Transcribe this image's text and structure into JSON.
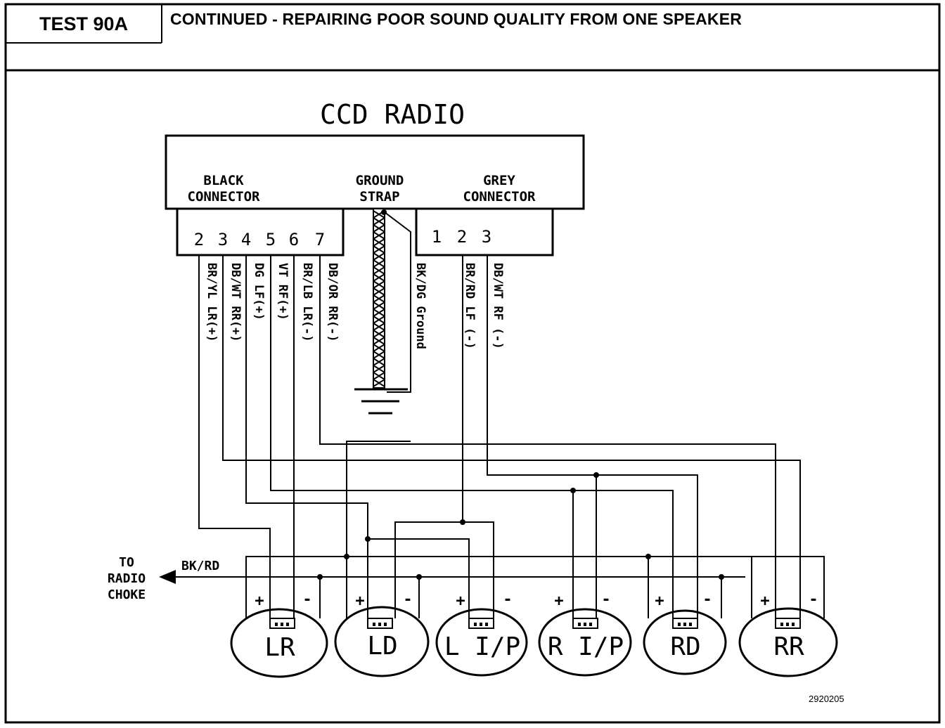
{
  "header": {
    "test_label": "TEST 90A",
    "title": "CONTINUED -  REPAIRING POOR SOUND QUALITY FROM ONE SPEAKER"
  },
  "diagram": {
    "radio_title": "CCD RADIO",
    "black_connector": [
      "BLACK",
      "CONNECTOR"
    ],
    "ground_strap": [
      "GROUND",
      "STRAP"
    ],
    "grey_connector": [
      "GREY",
      "CONNECTOR"
    ],
    "black_pins": [
      "2",
      "3",
      "4",
      "5",
      "6",
      "7"
    ],
    "grey_pins": [
      "1",
      "2",
      "3"
    ],
    "wire_labels": {
      "pin2": "BR/YL LR(+)",
      "pin3": "DB/WT RR(+)",
      "pin4": "DG LF(+)",
      "pin5": "VT RF(+)",
      "pin6": "BR/LB LR(-)",
      "pin7": "DB/OR RR(-)",
      "ground": "BK/DG Ground",
      "grey2": "BR/RD LF (-)",
      "grey3": "DB/WT RF (-)"
    },
    "choke_label": [
      "TO",
      "RADIO",
      "CHOKE"
    ],
    "choke_wire": "BK/RD",
    "plus": "+",
    "minus": "-",
    "speakers": [
      "LR",
      "LD",
      "L I/P",
      "R I/P",
      "RD",
      "RR"
    ],
    "figure_number": "2920205"
  }
}
